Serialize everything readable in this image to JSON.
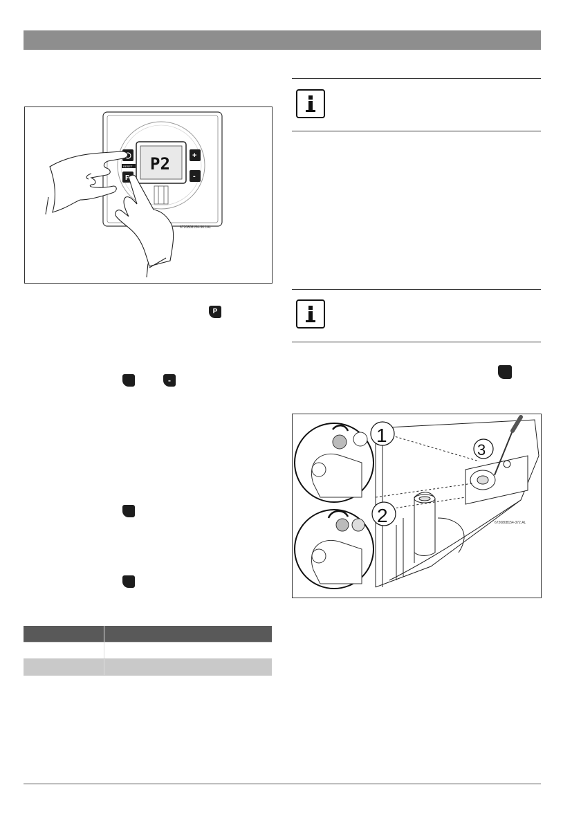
{
  "figure1": {
    "display_value": "P2",
    "reset_label": "RESET",
    "plus_label": "+",
    "minus_label": "-",
    "p_label": "P",
    "caption": "6720808154-96.1AL"
  },
  "figure2": {
    "callouts": [
      "1",
      "2",
      "3"
    ],
    "caption": "6720808154-372.AL"
  },
  "inline_keys": {
    "p_key_label": "P",
    "minus_key_label": "-"
  },
  "table": {
    "headers": [
      "",
      ""
    ],
    "rows": [
      [
        "",
        ""
      ],
      [
        "",
        ""
      ]
    ]
  },
  "colors": {
    "header_bar": "#8e8e8e",
    "table_header": "#595959",
    "table_alt_row": "#c9c9c9"
  },
  "icons": [
    "info-icon",
    "power-icon",
    "hand-illustration",
    "screwdriver-icon",
    "rotate-arrow-icon"
  ]
}
